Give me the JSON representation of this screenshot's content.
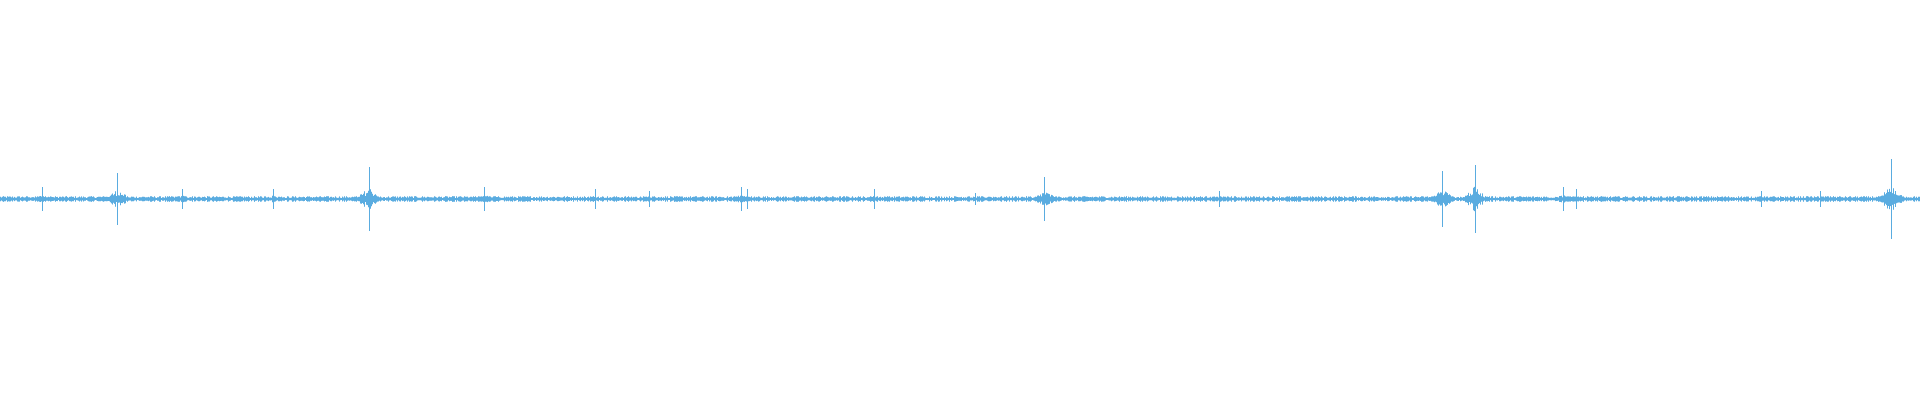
{
  "waveform": {
    "color": "#5aace0",
    "baseline_amplitude": 0.012,
    "peaks": [
      {
        "position": 0.022,
        "amplitude": 0.06
      },
      {
        "position": 0.061,
        "amplitude": 0.13
      },
      {
        "position": 0.095,
        "amplitude": 0.05
      },
      {
        "position": 0.142,
        "amplitude": 0.05
      },
      {
        "position": 0.192,
        "amplitude": 0.16
      },
      {
        "position": 0.252,
        "amplitude": 0.06
      },
      {
        "position": 0.31,
        "amplitude": 0.05
      },
      {
        "position": 0.338,
        "amplitude": 0.04
      },
      {
        "position": 0.386,
        "amplitude": 0.06
      },
      {
        "position": 0.389,
        "amplitude": 0.05
      },
      {
        "position": 0.455,
        "amplitude": 0.05
      },
      {
        "position": 0.508,
        "amplitude": 0.03
      },
      {
        "position": 0.544,
        "amplitude": 0.11
      },
      {
        "position": 0.635,
        "amplitude": 0.04
      },
      {
        "position": 0.751,
        "amplitude": 0.14
      },
      {
        "position": 0.768,
        "amplitude": 0.17
      },
      {
        "position": 0.814,
        "amplitude": 0.06
      },
      {
        "position": 0.821,
        "amplitude": 0.05
      },
      {
        "position": 0.917,
        "amplitude": 0.04
      },
      {
        "position": 0.948,
        "amplitude": 0.04
      },
      {
        "position": 0.985,
        "amplitude": 0.2
      }
    ]
  }
}
